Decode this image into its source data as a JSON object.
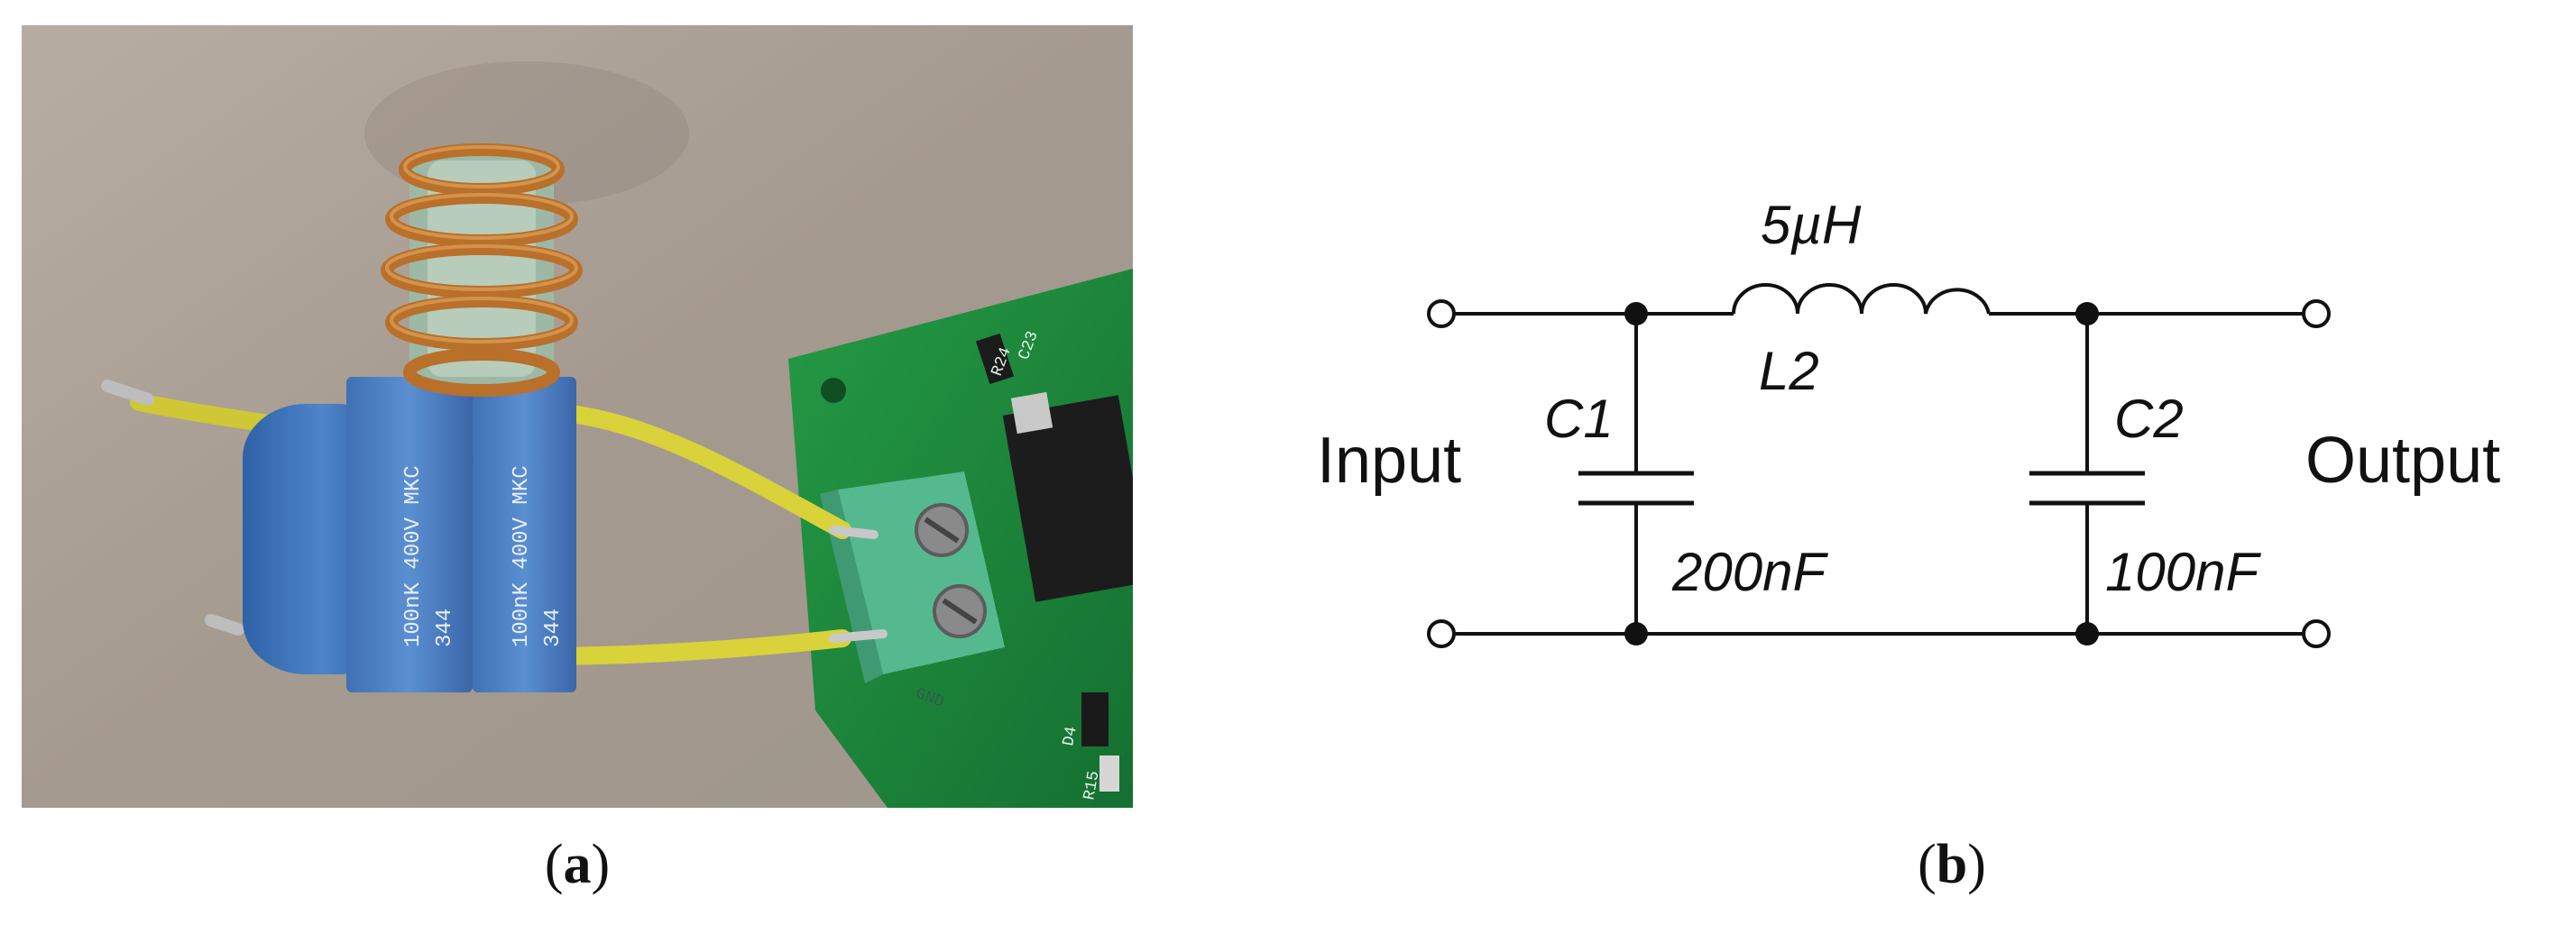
{
  "panel_a": {
    "caption": {
      "open": "(",
      "letter": "a",
      "close": ")"
    },
    "photo_labels": {
      "cap1_text": "100nK 400V MKC",
      "cap1_code": "344",
      "cap2_text": "100nK 400V MKC",
      "cap2_code": "344",
      "terminal_label": "GND",
      "pcb_label_1": "C23",
      "pcb_label_2": "R24",
      "pcb_label_3": "D4",
      "pcb_label_4": "R15"
    }
  },
  "panel_b": {
    "caption": {
      "open": "(",
      "letter": "b",
      "close": ")"
    },
    "circuit": {
      "input_label": "Input",
      "output_label": "Output",
      "inductor_name": "L2",
      "inductor_value": "5µH",
      "c1_name": "C1",
      "c1_value": "200nF",
      "c2_name": "C2",
      "c2_value": "100nF"
    }
  },
  "colors": {
    "background": "#ffffff",
    "photo_background": "#a79c91",
    "capacitor_blue": "#4a7fc4",
    "capacitor_dark_blue": "#3a66a8",
    "copper_wire": "#b8702a",
    "wire_yellow": "#d9d23a",
    "pcb_green": "#1f8a3c",
    "terminal_green": "#4fb38a",
    "line": "#111111"
  }
}
